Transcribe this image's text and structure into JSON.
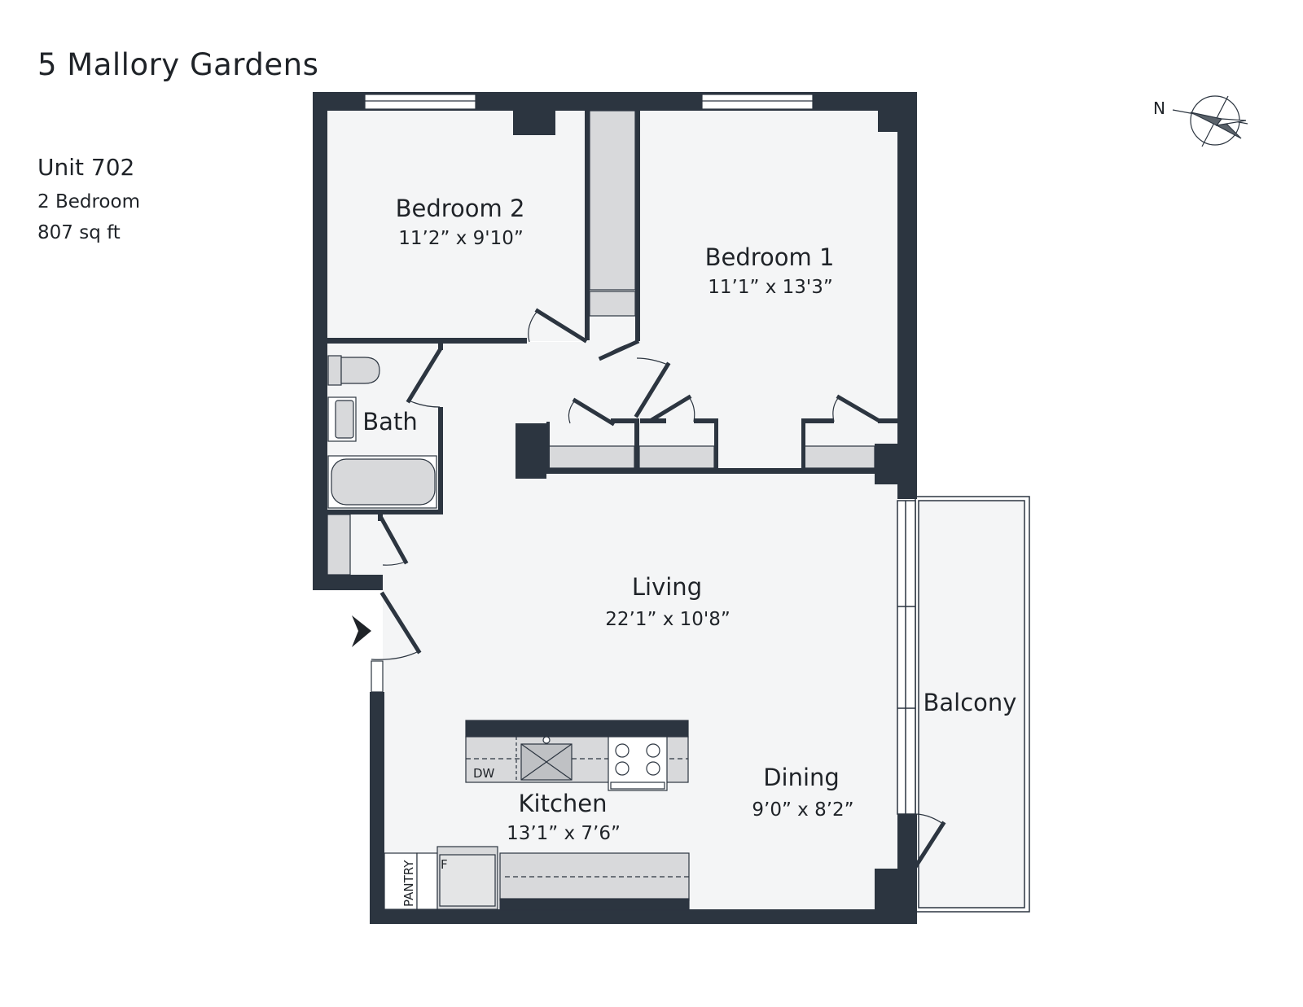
{
  "header": {
    "title": "5 Mallory Gardens",
    "unit": "Unit 702",
    "bedrooms": "2 Bedroom",
    "area": "807 sq ft"
  },
  "compass": {
    "label": "N"
  },
  "rooms": {
    "bedroom2": {
      "name": "Bedroom 2",
      "dims": "11’2” x 9'10”"
    },
    "bedroom1": {
      "name": "Bedroom 1",
      "dims": "11’1” x 13'3”"
    },
    "bath": {
      "name": "Bath"
    },
    "living": {
      "name": "Living",
      "dims": "22’1” x 10'8”"
    },
    "balcony": {
      "name": "Balcony"
    },
    "kitchen": {
      "name": "Kitchen",
      "dims": "13’1” x 7’6”"
    },
    "dining": {
      "name": "Dining",
      "dims": "9’0” x 8’2”"
    }
  },
  "fixtures": {
    "dishwasher": "DW",
    "fridge": "F",
    "pantry": "PANTRY"
  },
  "colors": {
    "wall": "#2c3540",
    "floor": "#f4f5f6",
    "fixture": "#d8d9db",
    "background": "#ffffff"
  }
}
